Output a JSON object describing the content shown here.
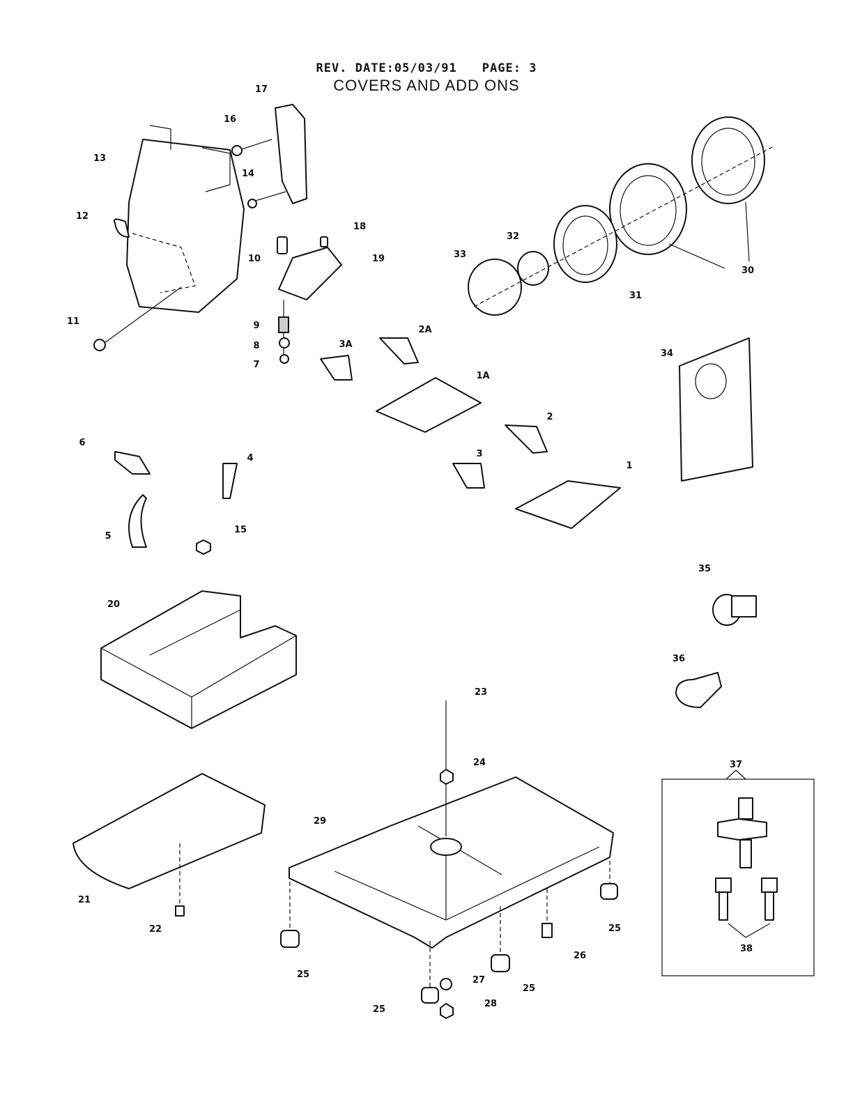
{
  "header": {
    "rev_date": "REV. DATE:05/03/91",
    "page": "PAGE: 3",
    "title": "COVERS AND ADD ONS"
  },
  "callouts": [
    "17",
    "16",
    "13",
    "14",
    "12",
    "18",
    "10",
    "19",
    "33",
    "32",
    "30",
    "31",
    "11",
    "9",
    "8",
    "2A",
    "3A",
    "7",
    "34",
    "1A",
    "6",
    "4",
    "2",
    "3",
    "1",
    "5",
    "15",
    "35",
    "20",
    "36",
    "23",
    "24",
    "37",
    "29",
    "21",
    "22",
    "25",
    "38",
    "26",
    "25",
    "25",
    "27",
    "25",
    "28"
  ]
}
